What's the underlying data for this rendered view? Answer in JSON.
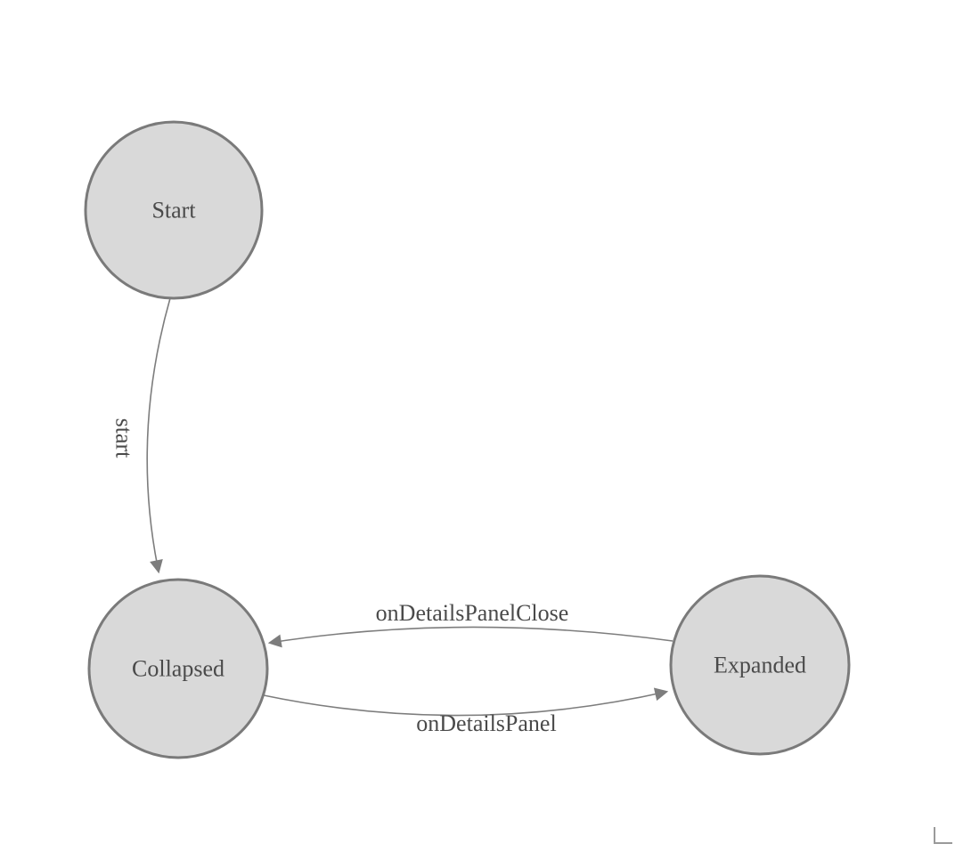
{
  "diagram": {
    "type": "state-machine",
    "nodes": [
      {
        "id": "start",
        "label": "Start"
      },
      {
        "id": "collapsed",
        "label": "Collapsed"
      },
      {
        "id": "expanded",
        "label": "Expanded"
      }
    ],
    "edges": [
      {
        "from": "start",
        "to": "collapsed",
        "label": "start"
      },
      {
        "from": "collapsed",
        "to": "expanded",
        "label": "onDetailsPanel"
      },
      {
        "from": "expanded",
        "to": "collapsed",
        "label": "onDetailsPanelClose"
      }
    ],
    "colors": {
      "node_fill": "#d9d9d9",
      "node_stroke": "#7a7a7a",
      "edge_stroke": "#7d7d7d",
      "label_text": "#4a4a4a",
      "background": "#ffffff"
    }
  }
}
